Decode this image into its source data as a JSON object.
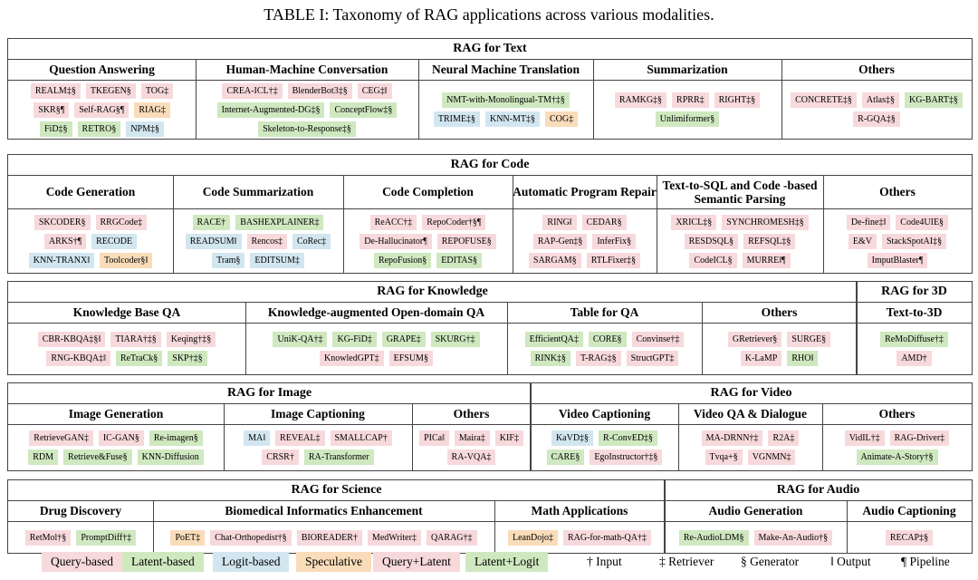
{
  "caption": "TABLE I: Taxonomy of RAG applications across various modalities.",
  "colors": {
    "query": "#f7d9dc",
    "latent": "#cfe8c0",
    "logit": "#d2e6f0",
    "speculative": "#f9dcb9"
  },
  "text": {
    "title": "RAG for Text",
    "cols": [
      "Question Answering",
      "Human-Machine Conversation",
      "Neural Machine Translation",
      "Summarization",
      "Others"
    ],
    "cells": [
      [
        [
          "REALM‡§",
          "q"
        ],
        [
          "TKEGEN§",
          "q"
        ],
        [
          "TOG‡",
          "q"
        ],
        [
          "SKR§¶",
          "q"
        ],
        [
          "Self-RAG§¶",
          "q"
        ],
        [
          "RIAG‡",
          "s"
        ],
        [
          "FiD‡§",
          "l"
        ],
        [
          "RETRO§",
          "l"
        ],
        [
          "NPM‡§",
          "g"
        ]
      ],
      [
        [
          "CREA-ICL†‡",
          "q"
        ],
        [
          "BlenderBot3‡§",
          "q"
        ],
        [
          "CEG‡‖",
          "q"
        ],
        [
          "Internet-Augmented-DG‡§",
          "l"
        ],
        [
          "ConceptFlow‡§",
          "l"
        ],
        [
          "Skeleton-to-Response‡§",
          "l"
        ]
      ],
      [
        [
          "NMT-with-Monolingual-TM†‡§",
          "l"
        ],
        [
          "TRIME‡§",
          "g"
        ],
        [
          "KNN-MT‡§",
          "g"
        ],
        [
          "COG‡",
          "s"
        ]
      ],
      [
        [
          "RAMKG‡§",
          "q"
        ],
        [
          "RPRR‡",
          "q"
        ],
        [
          "RIGHT‡§",
          "q"
        ],
        [
          "Unlimiformer§",
          "l"
        ]
      ],
      [
        [
          "CONCRETE‡§",
          "q"
        ],
        [
          "Atlas‡§",
          "q"
        ],
        [
          "KG-BART‡§",
          "l"
        ],
        [
          "R-GQA‡§",
          "q"
        ]
      ]
    ]
  },
  "code": {
    "title": "RAG for Code",
    "cols": [
      "Code Generation",
      "Code Summarization",
      "Code Completion",
      "Automatic Program Repair",
      "Text-to-SQL and Code -based Semantic Parsing",
      "Others"
    ],
    "cells": [
      [
        [
          "SKCODER§",
          "q"
        ],
        [
          "RRGCode‡",
          "q"
        ],
        [
          "ARKS†¶",
          "q"
        ],
        [
          "RECODE",
          "g"
        ],
        [
          "KNN-TRANX‖",
          "g"
        ],
        [
          "Toolcoder§‖",
          "s"
        ]
      ],
      [
        [
          "RACE†",
          "l"
        ],
        [
          "BASHEXPLAINER‡",
          "l"
        ],
        [
          "READSUM‖",
          "g"
        ],
        [
          "Rencos‡",
          "q"
        ],
        [
          "CoRec‡",
          "g"
        ],
        [
          "Tram§",
          "g"
        ],
        [
          "EDITSUM‡",
          "g"
        ]
      ],
      [
        [
          "ReACC†‡",
          "q"
        ],
        [
          "RepoCoder†§¶",
          "q"
        ],
        [
          "De-Hallucinator¶",
          "q"
        ],
        [
          "REPOFUSE§",
          "q"
        ],
        [
          "RepoFusion§",
          "l"
        ],
        [
          "EDITAS§",
          "l"
        ]
      ],
      [
        [
          "RING‖",
          "q"
        ],
        [
          "CEDAR§",
          "q"
        ],
        [
          "RAP-Gen‡§",
          "q"
        ],
        [
          "InferFix§",
          "q"
        ],
        [
          "SARGAM§",
          "q"
        ],
        [
          "RTLFixer‡§",
          "q"
        ]
      ],
      [
        [
          "XRICL‡§",
          "q"
        ],
        [
          "SYNCHROMESH‡§",
          "q"
        ],
        [
          "RESDSQL§",
          "q"
        ],
        [
          "REFSQL‡§",
          "q"
        ],
        [
          "CodeICL§",
          "q"
        ],
        [
          "MURRE‖¶",
          "q"
        ]
      ],
      [
        [
          "De-fine‡‖",
          "q"
        ],
        [
          "Code4UIE§",
          "q"
        ],
        [
          "E&V",
          "q"
        ],
        [
          "StackSpotAI‡§",
          "q"
        ],
        [
          "ImputBlaster¶",
          "q"
        ]
      ]
    ]
  },
  "knowledge": {
    "title": "RAG for Knowledge",
    "cols": [
      "Knowledge Base QA",
      "Knowledge-augmented Open-domain QA",
      "Table for QA",
      "Others"
    ],
    "cells": [
      [
        [
          "CBR-KBQA‡§‖",
          "q"
        ],
        [
          "TIARA†‡§",
          "q"
        ],
        [
          "Keqing†‡§",
          "q"
        ],
        [
          "RNG-KBQA‡‖",
          "q"
        ],
        [
          "ReTraCk§",
          "l"
        ],
        [
          "SKP†‡§",
          "l"
        ]
      ],
      [
        [
          "UniK-QA†‡",
          "l"
        ],
        [
          "KG-FiD‡",
          "l"
        ],
        [
          "GRAPE‡",
          "l"
        ],
        [
          "SKURG†‡",
          "l"
        ],
        [
          "KnowledGPT‡",
          "q"
        ],
        [
          "EFSUM§",
          "q"
        ]
      ],
      [
        [
          "EfficientQA‡",
          "l"
        ],
        [
          "CORE§",
          "l"
        ],
        [
          "Convinse†‡",
          "q"
        ],
        [
          "RINK‡§",
          "l"
        ],
        [
          "T-RAG‡§",
          "q"
        ],
        [
          "StructGPT‡",
          "q"
        ]
      ],
      [
        [
          "GRetriever§",
          "q"
        ],
        [
          "SURGE§",
          "q"
        ],
        [
          "K-LaMP",
          "q"
        ],
        [
          "RHO‖",
          "l"
        ]
      ]
    ]
  },
  "threed": {
    "title": "RAG for 3D",
    "cols": [
      "Text-to-3D"
    ],
    "cells": [
      [
        [
          "ReMoDiffuse†‡",
          "l"
        ],
        [
          "AMD†",
          "q"
        ]
      ]
    ]
  },
  "image": {
    "title": "RAG for Image",
    "cols": [
      "Image Generation",
      "Image Captioning",
      "Others"
    ],
    "cells": [
      [
        [
          "RetrieveGAN‡",
          "q"
        ],
        [
          "IC-GAN§",
          "q"
        ],
        [
          "Re-imagen§",
          "l"
        ],
        [
          "RDM",
          "l"
        ],
        [
          "Retrieve&Fuse§",
          "l"
        ],
        [
          "KNN-Diffusion",
          "l"
        ]
      ],
      [
        [
          "MA‖",
          "g"
        ],
        [
          "REVEAL‡",
          "q"
        ],
        [
          "SMALLCAP†",
          "q"
        ],
        [
          "CRSR†",
          "q"
        ],
        [
          "RA-Transformer",
          "l"
        ]
      ],
      [
        [
          "PICa‖",
          "q"
        ],
        [
          "Maira‡",
          "q"
        ],
        [
          "KIF‡",
          "q"
        ],
        [
          "RA-VQA‡",
          "q"
        ]
      ]
    ]
  },
  "video": {
    "title": "RAG for Video",
    "cols": [
      "Video Captioning",
      "Video QA & Dialogue",
      "Others"
    ],
    "cells": [
      [
        [
          "KaVD‡§",
          "g"
        ],
        [
          "R-ConvED‡§",
          "l"
        ],
        [
          "CARE§",
          "l"
        ],
        [
          "EgoInstructor†‡§",
          "q"
        ]
      ],
      [
        [
          "MA-DRNN†‡",
          "q"
        ],
        [
          "R2A‡",
          "q"
        ],
        [
          "Tvqa+§",
          "q"
        ],
        [
          "VGNMN‡",
          "q"
        ]
      ],
      [
        [
          "VidIL†‡",
          "q"
        ],
        [
          "RAG-Driver‡",
          "q"
        ],
        [
          "Animate-A-Story†§",
          "l"
        ]
      ]
    ]
  },
  "science": {
    "title": "RAG for Science",
    "cols": [
      "Drug Discovery",
      "Biomedical Informatics Enhancement",
      "Math Applications"
    ],
    "cells": [
      [
        [
          "RetMol†§",
          "q"
        ],
        [
          "PromptDiff†‡",
          "l"
        ]
      ],
      [
        [
          "PoET‡",
          "s"
        ],
        [
          "Chat-Orthopedist†§",
          "q"
        ],
        [
          "BIOREADER†",
          "q"
        ],
        [
          "MedWriter‡",
          "q"
        ],
        [
          "QARAG†‡",
          "q"
        ]
      ],
      [
        [
          "LeanDojo‡",
          "s"
        ],
        [
          "RAG-for-math-QA†‡",
          "q"
        ]
      ]
    ]
  },
  "audio": {
    "title": "RAG for Audio",
    "cols": [
      "Audio Generation",
      "Audio Captioning"
    ],
    "cells": [
      [
        [
          "Re-AudioLDM§",
          "l"
        ],
        [
          "Make-An-Audio†§",
          "q"
        ]
      ],
      [
        [
          "RECAP‡§",
          "q"
        ]
      ]
    ]
  },
  "legend": {
    "chips": [
      [
        "Query-based",
        "q"
      ],
      [
        "Latent-based",
        "l"
      ],
      [
        "Logit-based",
        "g"
      ],
      [
        "Speculative",
        "s"
      ],
      [
        "Query+Latent",
        "q"
      ],
      [
        "Latent+Logit",
        "l"
      ]
    ],
    "symbols": [
      "† Input",
      "‡ Retriever",
      "§ Generator",
      "‖ Output",
      "¶ Pipeline"
    ]
  }
}
